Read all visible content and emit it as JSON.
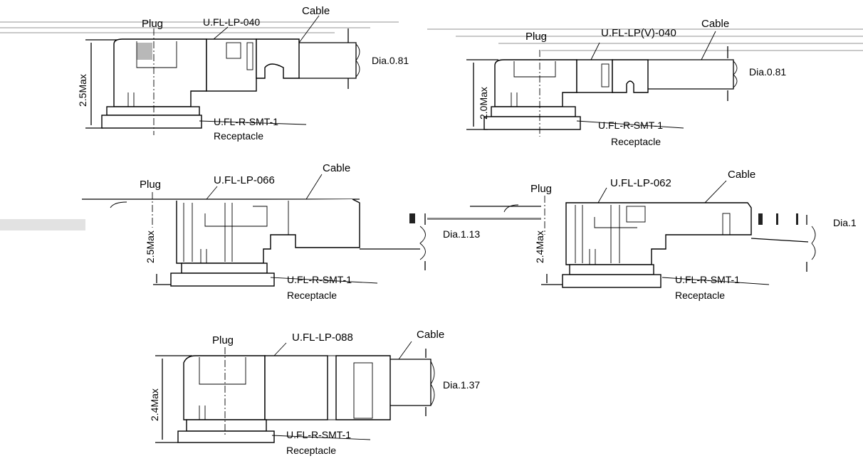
{
  "labels": {
    "plug": "Plug",
    "cable": "Cable",
    "receptacle": "Receptacle",
    "receptacle_part": "U.FL-R-SMT-1"
  },
  "assemblies": [
    {
      "plug_part": "U.FL-LP-040",
      "cable_dia": "Dia.0.81",
      "height": "2.5Max"
    },
    {
      "plug_part": "U.FL-LP(V)-040",
      "cable_dia": "Dia.0.81",
      "height": "2.0Max"
    },
    {
      "plug_part": "U.FL-LP-066",
      "cable_dia": "Dia.1.13",
      "height": "2.5Max"
    },
    {
      "plug_part": "U.FL-LP-062",
      "cable_dia": "Dia.1",
      "height": "2.4Max"
    },
    {
      "plug_part": "U.FL-LP-088",
      "cable_dia": "Dia.1.37",
      "height": "2.4Max"
    }
  ]
}
